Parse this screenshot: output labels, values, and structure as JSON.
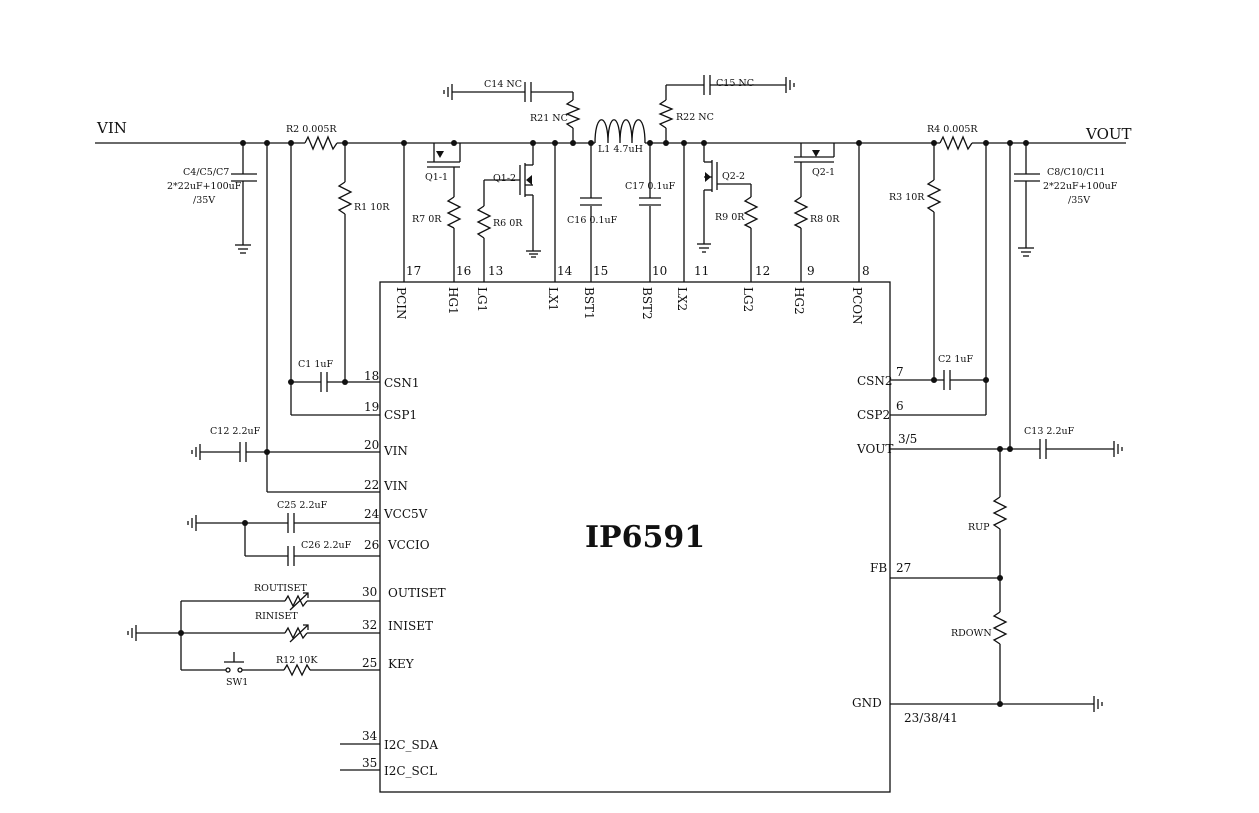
{
  "chip": {
    "name": "IP6591",
    "top_pins": [
      {
        "num": "17",
        "name": "PCIN"
      },
      {
        "num": "16",
        "name": "HG1"
      },
      {
        "num": "13",
        "name": "LG1"
      },
      {
        "num": "14",
        "name": "LX1"
      },
      {
        "num": "15",
        "name": "BST1"
      },
      {
        "num": "10",
        "name": "BST2"
      },
      {
        "num": "11",
        "name": "LX2"
      },
      {
        "num": "12",
        "name": "LG2"
      },
      {
        "num": "9",
        "name": "HG2"
      },
      {
        "num": "8",
        "name": "PCON"
      }
    ],
    "left_pins": [
      {
        "num": "18",
        "name": "CSN1"
      },
      {
        "num": "19",
        "name": "CSP1"
      },
      {
        "num": "20",
        "name": "VIN"
      },
      {
        "num": "22",
        "name": "VIN"
      },
      {
        "num": "24",
        "name": "VCC5V"
      },
      {
        "num": "26",
        "name": "VCCIO"
      },
      {
        "num": "30",
        "name": "OUTISET"
      },
      {
        "num": "32",
        "name": "INISET"
      },
      {
        "num": "25",
        "name": "KEY"
      },
      {
        "num": "34",
        "name": "I2C_SDA"
      },
      {
        "num": "35",
        "name": "I2C_SCL"
      }
    ],
    "right_pins": [
      {
        "num": "7",
        "name": "CSN2"
      },
      {
        "num": "6",
        "name": "CSP2"
      },
      {
        "num": "3/5",
        "name": "VOUT"
      },
      {
        "num": "27",
        "name": "FB"
      },
      {
        "num": "23/38/41",
        "name": "GND"
      }
    ]
  },
  "nets": {
    "vin": "VIN",
    "vout": "VOUT"
  },
  "components": {
    "c4": "C4/C5/C7",
    "c4_val": "2*22uF+100uF",
    "c4_v": "/35V",
    "r2": "R2 0.005R",
    "r1": "R1 10R",
    "c14": "C14 NC",
    "r21": "R21 NC",
    "q11": "Q1-1",
    "q12": "Q1-2",
    "r7": "R7 0R",
    "r6": "R6 0R",
    "l1": "L1 4.7uH",
    "c16": "C16 0.1uF",
    "c17": "C17 0.1uF",
    "c15": "C15 NC",
    "r22": "R22 NC",
    "q22": "Q2-2",
    "q21": "Q2-1",
    "r9": "R9 0R",
    "r8": "R8 0R",
    "r4": "R4 0.005R",
    "r3": "R3 10R",
    "c8": "C8/C10/C11",
    "c8_val": "2*22uF+100uF",
    "c8_v": "/35V",
    "c1": "C1 1uF",
    "c12": "C12 2.2uF",
    "c25": "C25 2.2uF",
    "c26": "C26 2.2uF",
    "routiset": "ROUTISET",
    "riniset": "RINISET",
    "sw1": "SW1",
    "r12": "R12 10K",
    "c2": "C2 1uF",
    "c13": "C13 2.2uF",
    "rup": "RUP",
    "rdown": "RDOWN"
  }
}
